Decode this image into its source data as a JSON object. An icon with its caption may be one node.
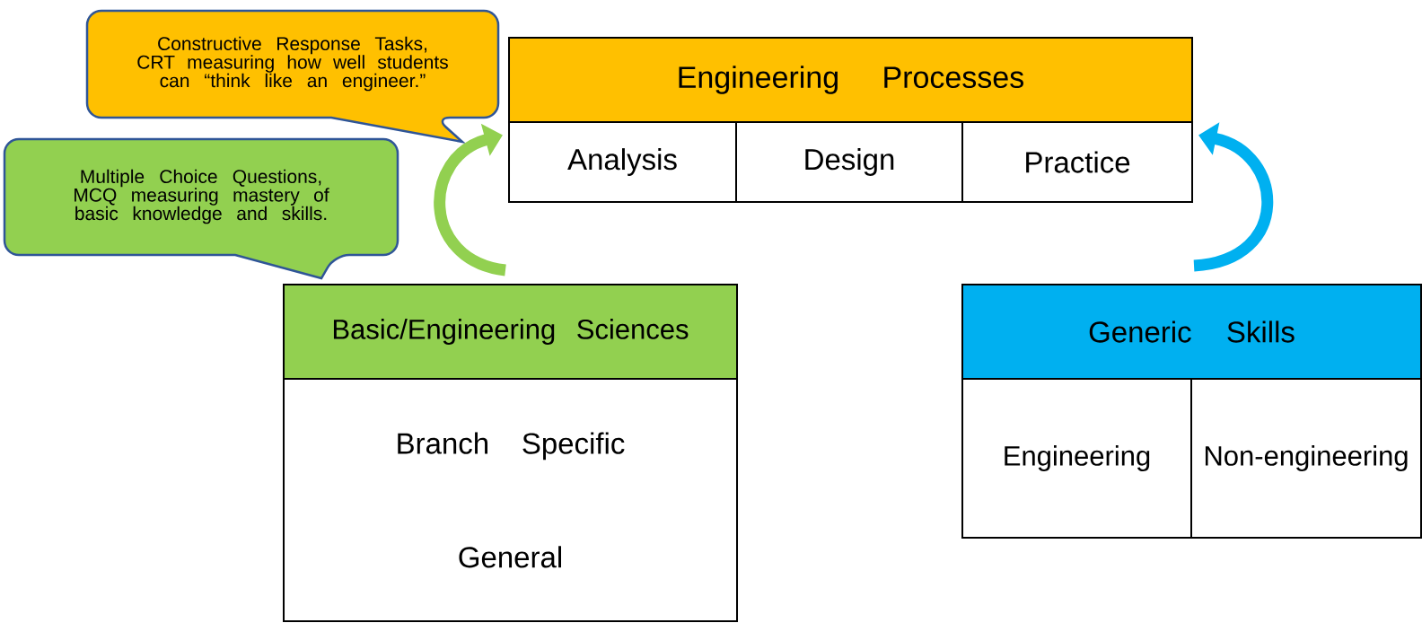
{
  "diagram": {
    "nodes": [
      {
        "text": [
          "Engineering Processes"
        ]
      },
      {
        "text": [
          "Analysis"
        ]
      },
      {
        "text": [
          "Design"
        ]
      },
      {
        "text": [
          "Practice"
        ]
      },
      {
        "text": [
          "Basic/Engineering Sciences"
        ]
      },
      {
        "text": [
          "Branch Specific",
          "General"
        ]
      },
      {
        "text": [
          "Generic Skills"
        ]
      },
      {
        "text": [
          "Engineering"
        ]
      },
      {
        "text": [
          "Non-engineering"
        ]
      },
      {
        "text": [
          "Constructive Response Tasks, CRT measuring how well students can “think like an engineer.”"
        ]
      },
      {
        "text": [
          "Multiple Choice Questions, MCQ measuring mastery of basic knowledge and skills."
        ]
      }
    ],
    "edges": [
      {
        "from": 4,
        "to": 1,
        "arrow": "to",
        "color": "#92d050"
      },
      {
        "from": 6,
        "to": 3,
        "arrow": "to",
        "color": "#00b0f0"
      }
    ]
  }
}
